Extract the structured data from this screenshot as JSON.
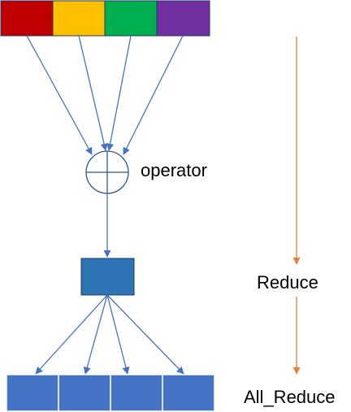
{
  "labels": {
    "operator": "operator",
    "reduce": "Reduce",
    "all_reduce": "All_Reduce"
  },
  "input_segments": {
    "colors": [
      "#c00000",
      "#ffc000",
      "#00b050",
      "#7030a0"
    ]
  },
  "reduced_block": {
    "color": "#2e75b6"
  },
  "output_segments": {
    "count": 4,
    "color": "#4472c4"
  },
  "colors": {
    "arrow": "#4472c4",
    "timeline_arrow": "#ed7d31",
    "operator_stroke": "#2f5597",
    "outline": "#1f3864"
  }
}
